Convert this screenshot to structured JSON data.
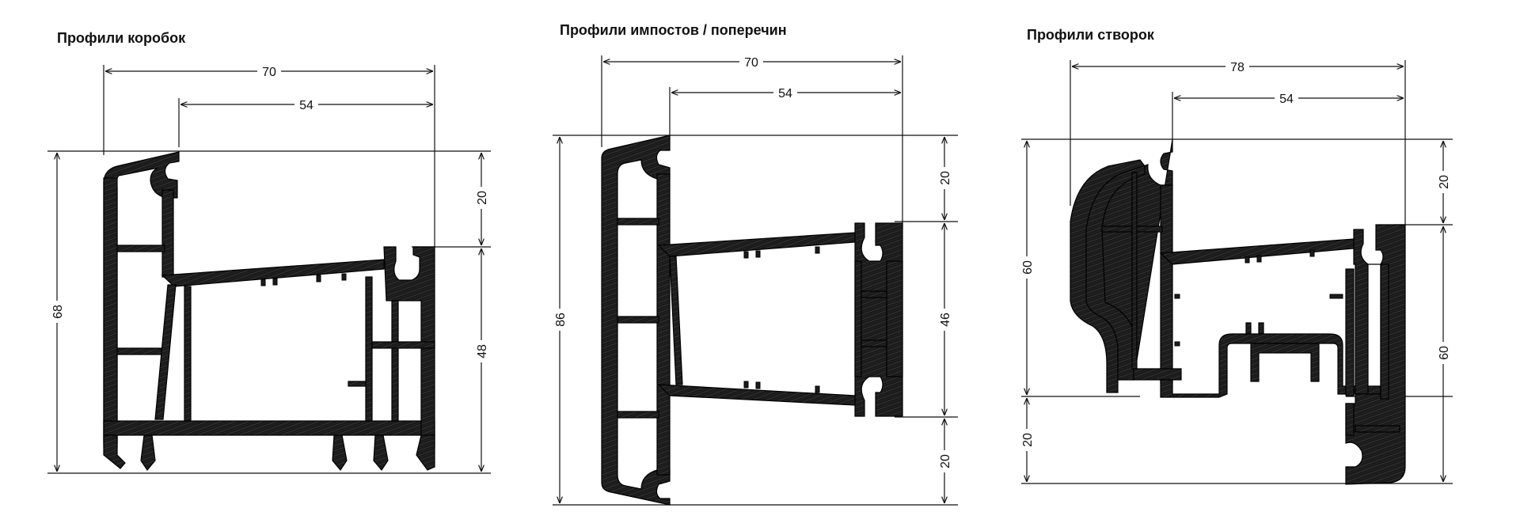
{
  "panels": [
    {
      "title": "Профили коробок",
      "dims": {
        "width_total": "70",
        "width_inner": "54",
        "height_total": "68",
        "height_top": "20",
        "height_bottom": "48"
      }
    },
    {
      "title": "Профили импостов / поперечин",
      "dims": {
        "width_total": "70",
        "width_inner": "54",
        "height_total": "86",
        "height_top": "20",
        "height_mid": "46",
        "height_bottom": "20"
      }
    },
    {
      "title": "Профили створок",
      "dims": {
        "width_total": "78",
        "width_inner": "54",
        "left_upper": "60",
        "left_lower": "20",
        "right_top": "20",
        "right_bottom": "60"
      }
    }
  ]
}
